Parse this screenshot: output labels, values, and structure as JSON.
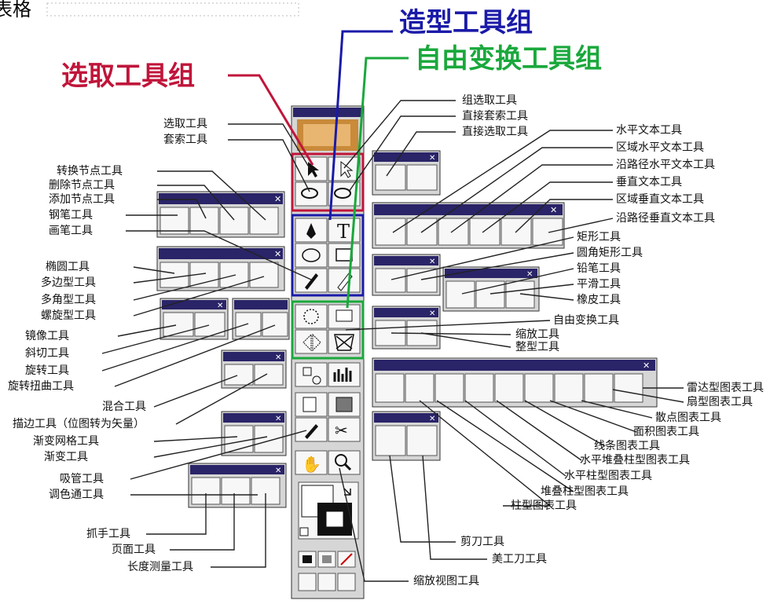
{
  "corner_text": "表格",
  "headings": {
    "select_group": "选取工具组",
    "shape_group": "造型工具组",
    "transform_group": "自由变换工具组"
  },
  "colors": {
    "select_group": "#c0153a",
    "shape_group": "#1a1aa8",
    "transform_group": "#1aa83c",
    "palette_bar": "#2a2468"
  },
  "labels": {
    "group_select": "组选取工具",
    "direct_lasso": "直接套索工具",
    "direct_select": "直接选取工具",
    "select": "选取工具",
    "lasso": "套索工具",
    "convert_anchor": "转换节点工具",
    "delete_anchor": "删除节点工具",
    "add_anchor": "添加节点工具",
    "pen": "钢笔工具",
    "paintbrush": "画笔工具",
    "ellipse": "椭圆工具",
    "polygon": "多边型工具",
    "star": "多角型工具",
    "spiral": "螺旋型工具",
    "reflect": "镜像工具",
    "shear": "斜切工具",
    "rotate": "旋转工具",
    "twist": "旋转扭曲工具",
    "blend": "混合工具",
    "stroke_tool": "描边工具（位图转为矢量）",
    "mesh": "渐变网格工具",
    "gradient": "渐变工具",
    "eyedropper": "吸管工具",
    "paint_bucket": "调色通工具",
    "hand": "抓手工具",
    "page": "页面工具",
    "measure": "长度测量工具",
    "type_h": "水平文本工具",
    "area_type_h": "区域水平文本工具",
    "path_type_h": "沿路径水平文本工具",
    "type_v": "垂直文本工具",
    "area_type_v": "区域垂直文本工具",
    "path_type_v": "沿路径垂直文本工具",
    "rect": "矩形工具",
    "round_rect": "圆角矩形工具",
    "pencil": "铅笔工具",
    "smooth": "平滑工具",
    "eraser": "橡皮工具",
    "free_transform": "自由变换工具",
    "scale": "缩放工具",
    "reshape": "整型工具",
    "radar_graph": "雷达型图表工具",
    "pie_graph": "扇型图表工具",
    "scatter_graph": "散点图表工具",
    "area_graph": "面积图表工具",
    "line_graph": "线条图表工具",
    "stacked_bar_graph": "水平堆叠柱型图表工具",
    "bar_graph": "水平柱型图表工具",
    "stacked_column_graph": "堆叠柱型图表工具",
    "column_graph": "柱型图表工具",
    "scissors": "剪刀工具",
    "knife": "美工刀工具",
    "zoom": "缩放视图工具"
  },
  "glyphs": {
    "close": "✕",
    "type": "T",
    "scissors": "✂",
    "hand": "✋"
  }
}
